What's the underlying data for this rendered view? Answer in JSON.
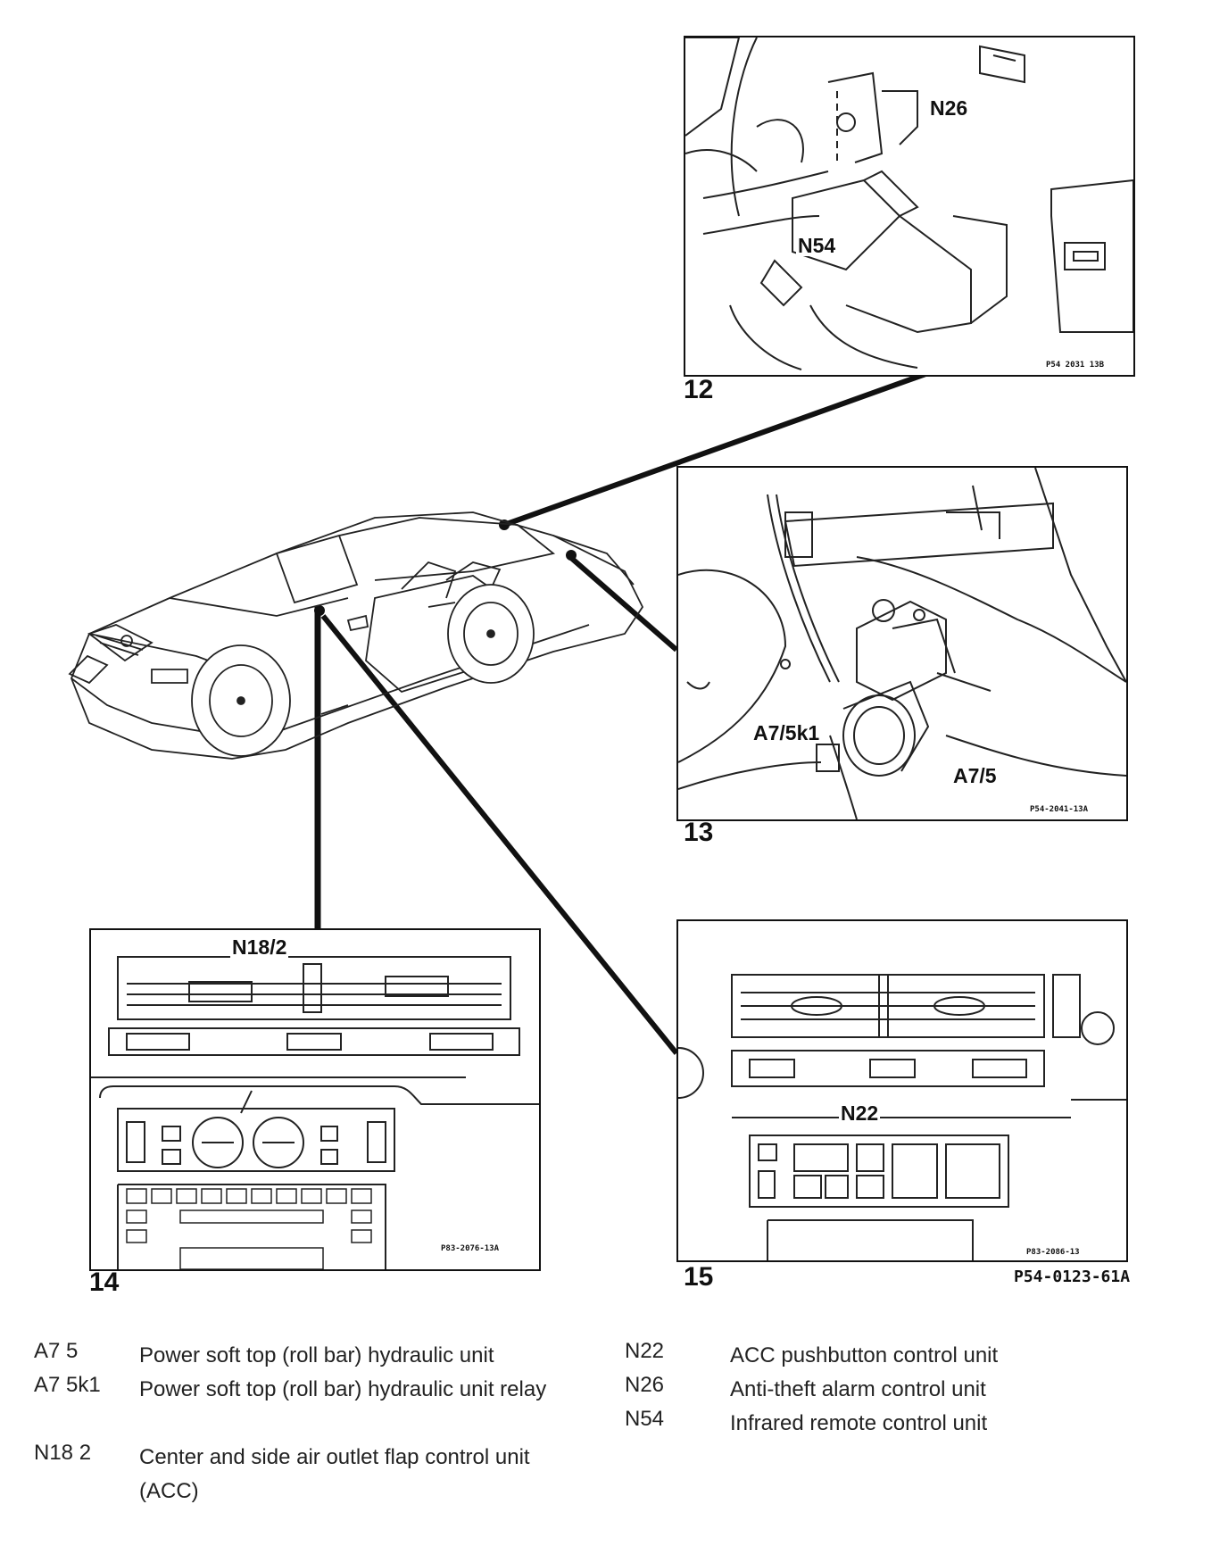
{
  "figures": [
    {
      "number": "12",
      "ref": "P54 2031 13B",
      "callouts": [
        "N26",
        "N54"
      ]
    },
    {
      "number": "13",
      "ref": "P54-2041-13A",
      "callouts": [
        "A7/5k1",
        "A7/5"
      ]
    },
    {
      "number": "14",
      "ref": "P83-2076-13A",
      "callouts": [
        "N18/2"
      ]
    },
    {
      "number": "15",
      "ref": "P83-2086-13",
      "callouts": [
        "N22"
      ]
    }
  ],
  "sheet_ref": "P54-0123-61A",
  "legend": [
    {
      "code": "A7 5",
      "desc": "Power soft top (roll bar) hydraulic unit"
    },
    {
      "code": "A7 5k1",
      "desc": "Power soft top (roll bar) hydraulic unit relay"
    },
    {
      "code": "N18 2",
      "desc": "Center and side air outlet flap control unit (ACC)"
    },
    {
      "code": "N22",
      "desc": "ACC pushbutton control unit"
    },
    {
      "code": "N26",
      "desc": "Anti-theft alarm control unit"
    },
    {
      "code": "N54",
      "desc": "Infrared remote control unit"
    }
  ]
}
